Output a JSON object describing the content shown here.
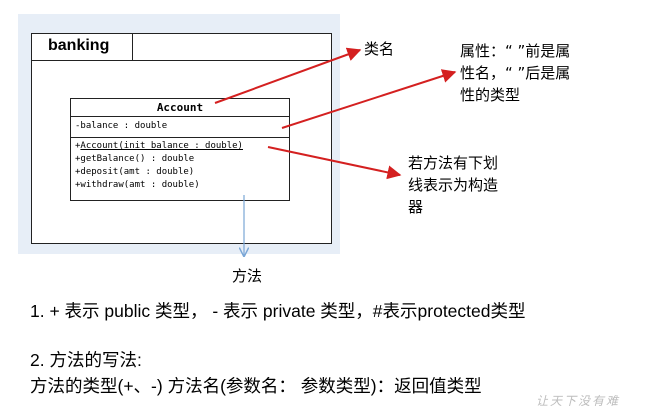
{
  "diagram": {
    "package_name": "banking",
    "class": {
      "name": "Account",
      "attributes": [
        "-balance : double"
      ],
      "methods": [
        {
          "prefix": "+",
          "name": "Account(init_balance : double)",
          "underline": true
        },
        {
          "prefix": "",
          "name": "+getBalance() : double",
          "underline": false
        },
        {
          "prefix": "",
          "name": "+deposit(amt : double)",
          "underline": false
        },
        {
          "prefix": "",
          "name": "+withdraw(amt : double)",
          "underline": false
        }
      ]
    },
    "annotations": {
      "class_name": "类名",
      "attribute_line1": "属性：“ ”前是属",
      "attribute_line2": "性名，“ ”后是属",
      "attribute_line3": "性的类型",
      "constructor_line1": "若方法有下划",
      "constructor_line2": "线表示为构造",
      "constructor_line3": "器",
      "method": "方法"
    },
    "colors": {
      "arrow_red": "#d42020",
      "arrow_blue": "#7aa6d6",
      "panel": "#e7eef7"
    }
  },
  "notes": {
    "line1": "1. + 表示 public 类型， - 表示 private 类型，#表示protected类型",
    "line2": "2. 方法的写法:",
    "line3": "方法的类型(+、-)  方法名(参数名：  参数类型)：返回值类型"
  },
  "watermark": "让天下没有难"
}
